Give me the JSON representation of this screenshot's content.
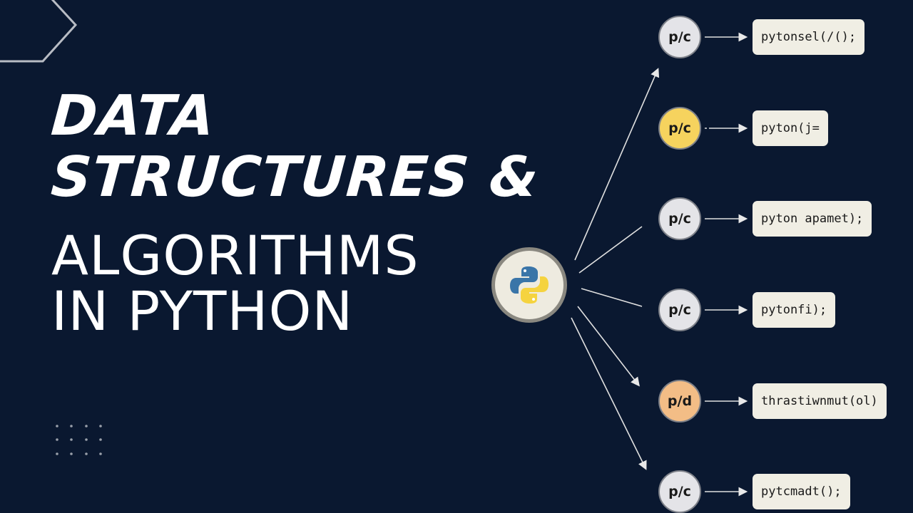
{
  "title": {
    "line1": "DATA",
    "line2": "STRUCTURES &",
    "line3": "ALGORITHMS",
    "line4": "IN PYTHON"
  },
  "center_icon": "python-logo-icon",
  "nodes": [
    {
      "label": "p/c",
      "code": "pytonsel(/();",
      "color": "#e4e4e8"
    },
    {
      "label": "p/c",
      "code": "pyton(j=",
      "color": "#f6d35e"
    },
    {
      "label": "p/c",
      "code": "pyton apamet);",
      "color": "#e4e4e8"
    },
    {
      "label": "p/c",
      "code": "pytonfi);",
      "color": "#e4e4e8"
    },
    {
      "label": "p/d",
      "code": "thrastiwnmut(ol)",
      "color": "#f3bd86"
    },
    {
      "label": "p/c",
      "code": "pytcmadt();",
      "color": "#e4e4e8"
    }
  ]
}
